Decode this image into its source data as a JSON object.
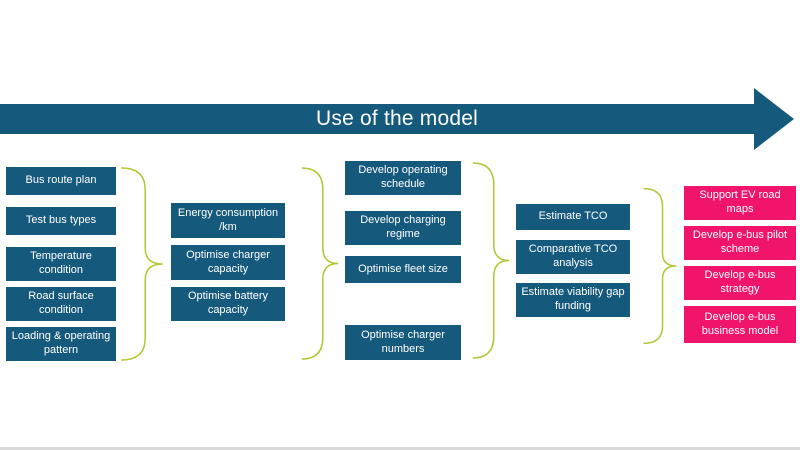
{
  "title": "Use of the model",
  "colors": {
    "teal": "#15597d",
    "pink": "#f0156b",
    "brace": "#b4c635",
    "box-text": "#ffffff"
  },
  "columns": [
    {
      "id": "inputs",
      "boxes": [
        "Bus route plan",
        "Test bus types",
        "Temperature condition",
        "Road surface condition",
        "Loading & operating pattern"
      ]
    },
    {
      "id": "energy-model",
      "boxes": [
        "Energy consumption /km",
        "Optimise charger capacity",
        "Optimise battery capacity"
      ]
    },
    {
      "id": "operations-planning",
      "boxes": [
        "Develop operating schedule",
        "Develop charging regime",
        "Optimise fleet size",
        "Optimise charger numbers"
      ]
    },
    {
      "id": "financial-analysis",
      "boxes": [
        "Estimate TCO",
        "Comparative TCO analysis",
        "Estimate viability gap funding"
      ]
    },
    {
      "id": "outcomes",
      "boxes": [
        "Support EV road maps",
        "Develop e-bus pilot scheme",
        "Develop e-bus strategy",
        "Develop e-bus business model"
      ]
    }
  ]
}
